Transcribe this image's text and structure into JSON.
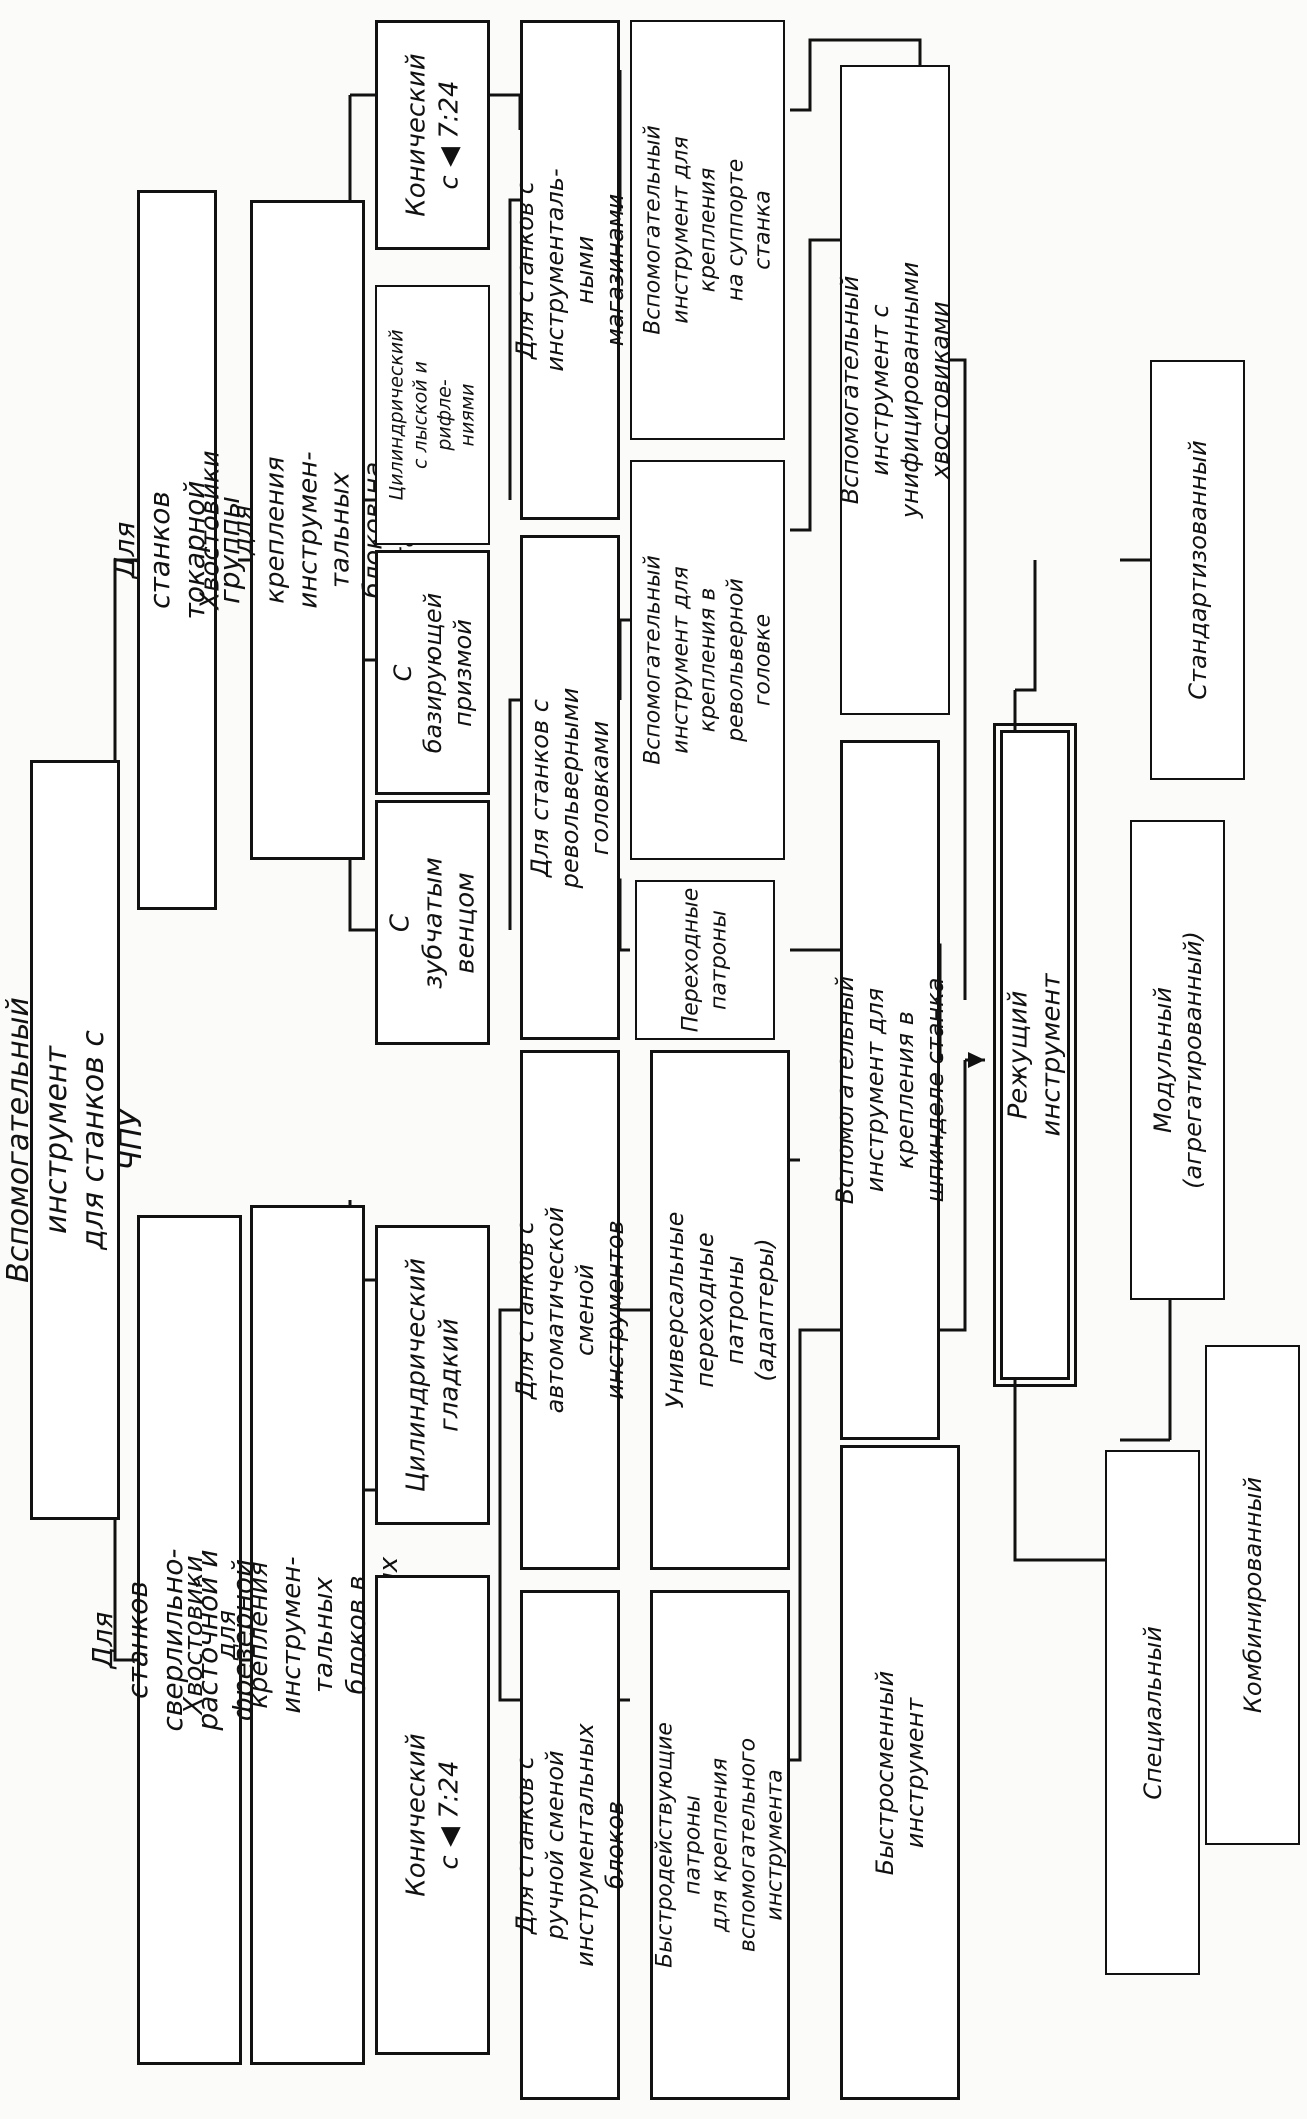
{
  "colors": {
    "line": "#111111",
    "paper": "#fbfbf9"
  },
  "nodes": {
    "root": "Вспомогательный  инструмент\nдля   станков с ЧПУ",
    "drill_mill": "Для станков сверлильно-расточной и\nфрезерной групп",
    "lathe": "Для станков токарной группы",
    "shank_spindle": "Хвостовики  для  крепления  инструмен-\nтальных  блоков  в  шпинделях станков",
    "shank_machine": "Хвостовики для крепления инструмен-\nтальных блоков на станке",
    "conical_724_a": "Конический с ◀ 7:24",
    "cyl_smooth": "Цилиндрический\nгладкий",
    "gear_rim": "С  зубчатым\nвенцом",
    "prism": "С базирующей\nпризмой",
    "cyl_flat": "Цилиндрический\nс лыской и рифле-\nниями",
    "conical_724_b": "Конический\nс ◀ 7:24",
    "manual_change": "Для станков с ручной сменой\nинструментальных блоков",
    "auto_change": "Для станков с автоматической\nсменой инструментов",
    "turret": "Для станков с револьверными\nголовками",
    "magazine": "Для станков с инструменталь-\nными магазинами",
    "quick_chucks": "Быстродействующие патроны\nдля крепления вспомогательного\nинструмента",
    "universal_adapters": "Универсальные переходные\nпатроны (адаптеры)",
    "adapter_chucks": "Переходные\nпатроны",
    "aux_turret": "Вспомогательный\nинструмент для\nкрепления в\nревольверной головке",
    "aux_support": "Вспомогательный\nинструмент для\nкрепления\nна суппорте станка",
    "quick_change": "Быстросменный инструмент",
    "aux_spindle": "Вспомогательный инструмент для\nкрепления в шпинделе станка",
    "aux_unified": "Вспомогательный  инструмент  с\nунифицированными   хвостовиками",
    "cutting_tool": "Режущий    инструмент",
    "special": "Специальный",
    "modular": "Модульный\n(агрегатированный)",
    "standardized": "Стандартизованный",
    "combined": "Комбинированный"
  }
}
